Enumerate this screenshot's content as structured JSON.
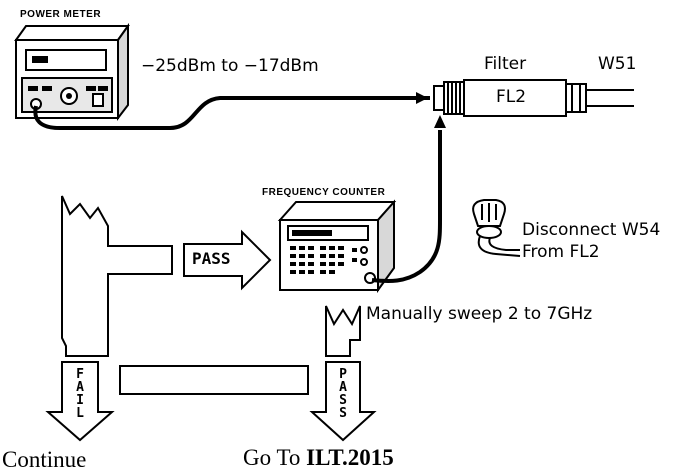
{
  "devices": {
    "power_meter": {
      "title": "POWER METER",
      "range": "−25dBm  to  −17dBm"
    },
    "frequency_counter": {
      "title": "FREQUENCY COUNTER"
    },
    "filter": {
      "label": "Filter",
      "body_label": "FL2",
      "cable_label": "W51"
    }
  },
  "instructions": {
    "disconnect_line1": "Disconnect  W54",
    "disconnect_line2": "From  FL2",
    "sweep": "Manually  sweep  2  to  7GHz"
  },
  "flow": {
    "pass_label": "PASS",
    "fail_vertical": "FAIL",
    "pass_vertical": "PASS",
    "continue_label": "Continue",
    "goto_prefix": "Go To ",
    "goto_target": "ILT.2015"
  },
  "colors": {
    "ink": "#000000",
    "paper": "#ffffff",
    "panel": "#e8e8e8"
  }
}
